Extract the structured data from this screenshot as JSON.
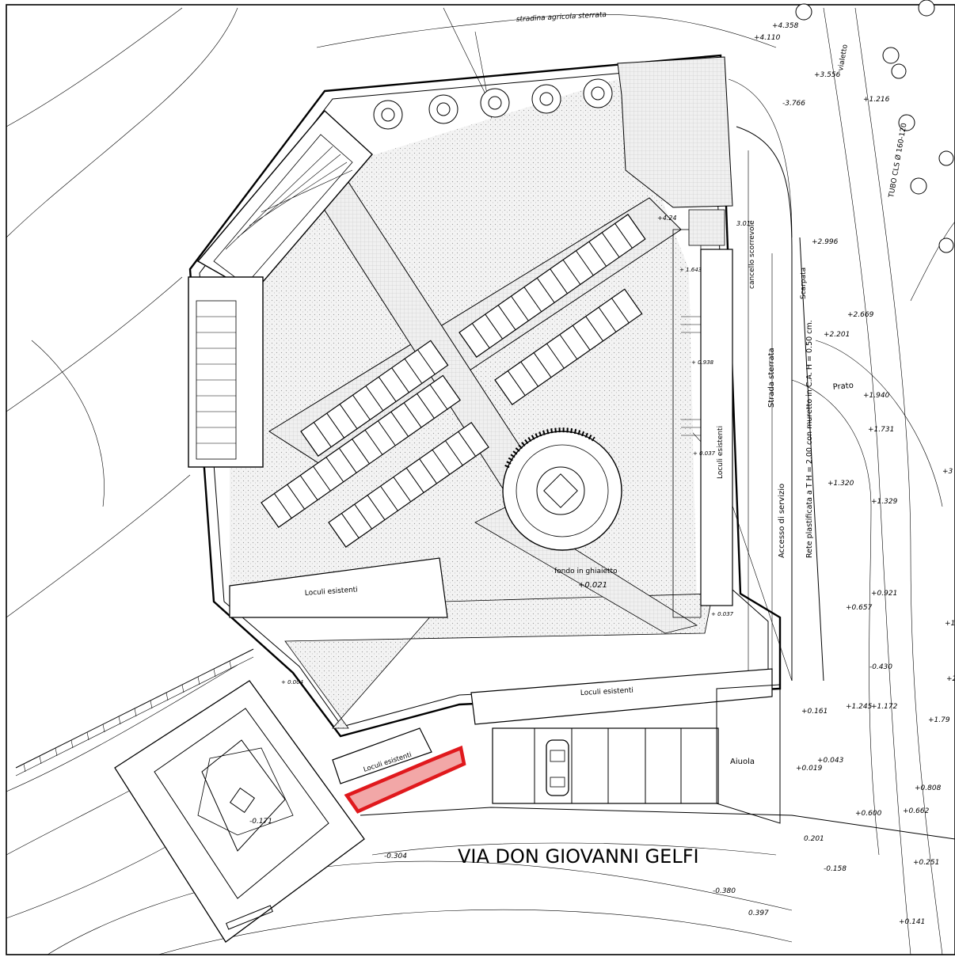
{
  "street": {
    "name": "VIA DON GIOVANNI GELFI"
  },
  "labels": {
    "top_road": "stradina agricola sterrata",
    "vialetto": "vialetto",
    "pipe": "TUBO CLS Ø 160-120",
    "gate": "cancello scorrevole",
    "strada": "Strada sterrata",
    "accesso": "Accesso di servizio",
    "rete": "Rete plastificata a T H = 2.00 con muretto in C.A. H = 0.50 cm.",
    "scarpata": "Scarpata",
    "prato": "Prato",
    "fondo": "fondo in ghiaietto",
    "loculi_a": "Loculi esistenti",
    "loculi_b": "Loculi esistenti",
    "loculi_c": "Loculi esistenti",
    "loculi_d": "Loculi esistenti",
    "aiuola": "Aiuola"
  },
  "elevations": {
    "e1": "+4.358",
    "e2": "+4.110",
    "e3": "+3.556",
    "e4": "+1.216",
    "e5": "-3.766",
    "e6": "+4.24",
    "e7": "3.01",
    "e8": "+2.996",
    "e9": "+ 1.643",
    "e10": "+2.669",
    "e11": "+2.201",
    "e12": "+ 0.938",
    "e13": "+1.940",
    "e14": "+1.731",
    "e15": "+ 0.037",
    "e16": "+1.320",
    "e17": "+1.329",
    "e18": "+0.021",
    "e19": "+0.921",
    "e20": "+0.657",
    "e21": "+ 0.037",
    "e22": "+ 0.004",
    "e23": "-0.430",
    "e24": "+0.161",
    "e25": "+1.245",
    "e26": "+1.172",
    "e27": "+1.79",
    "e28": "+0.043",
    "e29": "+0.019",
    "e30": "+0.808",
    "e31": "+0.600",
    "e32": "+0.662",
    "e33": "-0.171",
    "e34": "0.201",
    "e35": "-0.304",
    "e36": "-0.158",
    "e37": "+0.251",
    "e38": "-0.380",
    "e39": "0.397",
    "e40": "+0.141",
    "e41": "+3",
    "e42": "+1",
    "e43": "+2"
  },
  "colors": {
    "highlight_fill": "#f2a7a7",
    "highlight_stroke": "#e0191d",
    "line": "#000000",
    "gravel": "#e9e9e9"
  }
}
